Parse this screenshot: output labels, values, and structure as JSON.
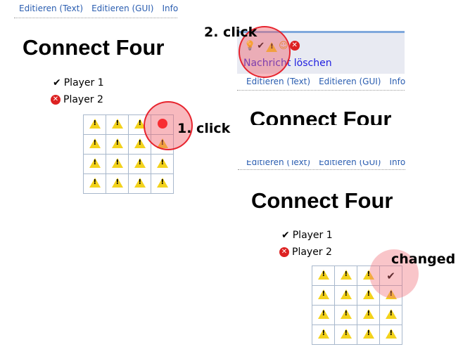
{
  "links": [
    "Editieren (Text)",
    "Editieren (GUI)",
    "Info"
  ],
  "title": "Connect Four",
  "players": [
    {
      "mark": "✔",
      "label": "Player 1"
    },
    {
      "mark": "✖",
      "label": "Player 2"
    }
  ],
  "grid_before": [
    [
      "warn",
      "warn",
      "warn",
      "clicked"
    ],
    [
      "warn",
      "warn",
      "warn",
      "warn"
    ],
    [
      "warn",
      "warn",
      "warn",
      "warn"
    ],
    [
      "warn",
      "warn",
      "warn",
      "warn"
    ]
  ],
  "grid_after": [
    [
      "warn",
      "warn",
      "warn",
      "check"
    ],
    [
      "warn",
      "warn",
      "warn",
      "warn"
    ],
    [
      "warn",
      "warn",
      "warn",
      "warn"
    ],
    [
      "warn",
      "warn",
      "warn",
      "warn"
    ]
  ],
  "popup": {
    "icons": [
      "lightbulb-icon",
      "check-icon",
      "warning-icon",
      "smiley-icon",
      "cross-icon"
    ],
    "delete_label": "Nachricht löschen"
  },
  "annotations": {
    "click1": "1. click",
    "click2": "2. click",
    "changed": "changed"
  },
  "check_mark": "✔"
}
